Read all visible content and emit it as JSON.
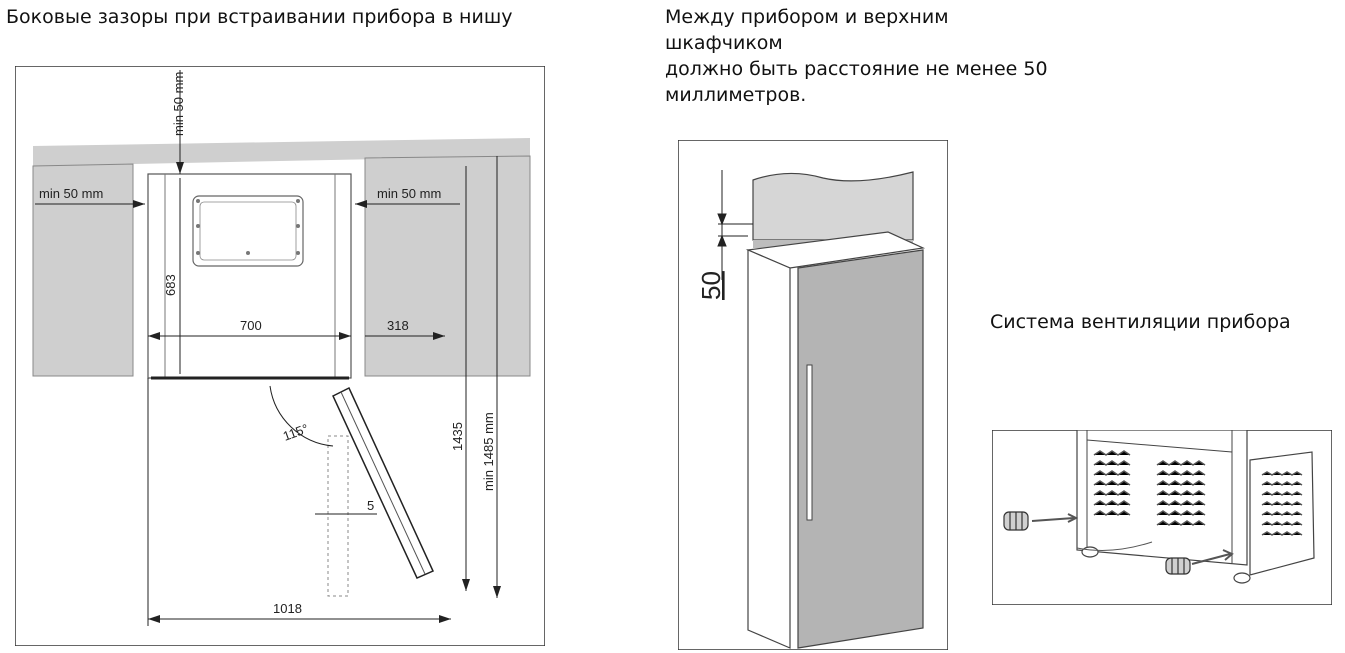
{
  "captions": {
    "side_gaps": "Боковые зазоры при встраивании прибора в нишу",
    "top_clearance_lines": [
      "Между прибором и верхним",
      "шкафчиком",
      "должно быть расстояние не менее 50",
      "миллиметров."
    ],
    "ventilation": "Система вентиляции прибора"
  },
  "plan_diagram": {
    "labels": {
      "top_gap": "min 50 mm",
      "left_gap": "min 50 mm",
      "right_gap": "min 50 mm",
      "width": "700",
      "depth": "683",
      "side_depth": "318",
      "angle": "115°",
      "door_gap": "5",
      "total_depth": "1435",
      "total_depth_min": "min 1485 mm",
      "total_width": "1018"
    }
  },
  "cabinet_diagram": {
    "labels": {
      "clearance": "50"
    },
    "colors": {
      "door": "#b4b4b4",
      "body": "#ffffff",
      "cabinet": "#d6d6d6"
    }
  },
  "ventilation_diagram": {
    "colors": {
      "frame": "#444444",
      "grille": "#555555"
    }
  }
}
